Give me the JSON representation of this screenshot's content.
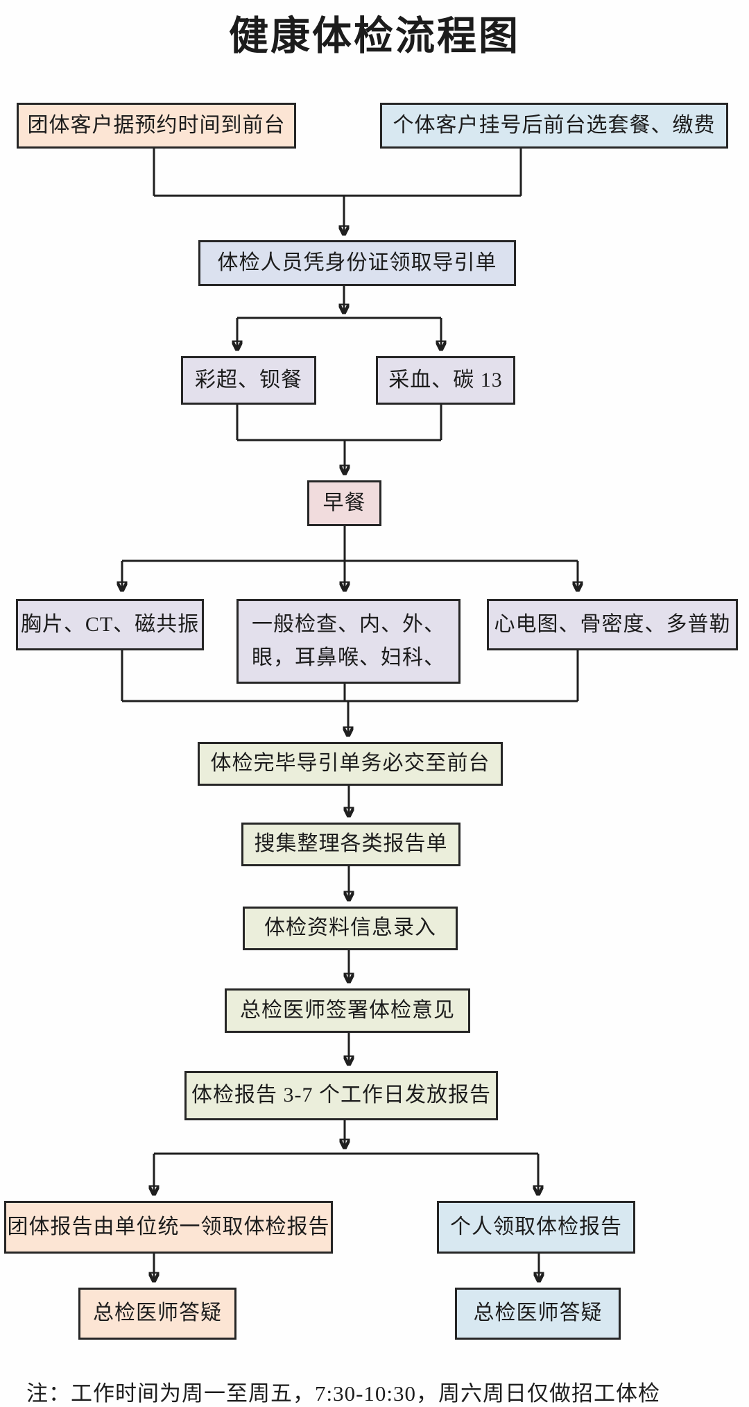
{
  "title": "健康体检流程图",
  "note": "注：工作时间为周一至周五，7:30-10:30，周六周日仅做招工体检",
  "palette": {
    "peach": "#fce5d4",
    "blue": "#d8e8f1",
    "periwinkle": "#dbe1ef",
    "lavender": "#e3e0ec",
    "pink": "#f1dcdd",
    "green": "#ebeedb",
    "line": "#1f1f1f",
    "ink": "#1c1c1c"
  },
  "nodes": {
    "group_arrival": {
      "label": "团体客户据预约时间到前台"
    },
    "individual_register": {
      "label": "个体客户挂号后前台选套餐、缴费"
    },
    "get_guide_sheet": {
      "label": "体检人员凭身份证领取导引单"
    },
    "ultrasound_barium": {
      "label": "彩超、钡餐"
    },
    "blood_carbon13": {
      "label": "采血、碳 13"
    },
    "breakfast": {
      "label": "早餐"
    },
    "xray_ct_mri": {
      "label": "胸片、CT、磁共振"
    },
    "general_exam": {
      "label": "一般检查、内、外、\n眼，耳鼻喉、妇科、"
    },
    "ecg_bone_doppler": {
      "label": "心电图、骨密度、多普勒"
    },
    "return_guide_sheet": {
      "label": "体检完毕导引单务必交至前台"
    },
    "collect_reports": {
      "label": "搜集整理各类报告单"
    },
    "data_entry": {
      "label": "体检资料信息录入"
    },
    "chief_sign_opinion": {
      "label": "总检医师签署体检意见"
    },
    "report_release": {
      "label": "体检报告 3-7 个工作日发放报告"
    },
    "group_report_pickup": {
      "label": "团体报告由单位统一领取体检报告"
    },
    "personal_report_pickup": {
      "label": "个人领取体检报告"
    },
    "qa_left": {
      "label": "总检医师答疑"
    },
    "qa_right": {
      "label": "总检医师答疑"
    }
  }
}
